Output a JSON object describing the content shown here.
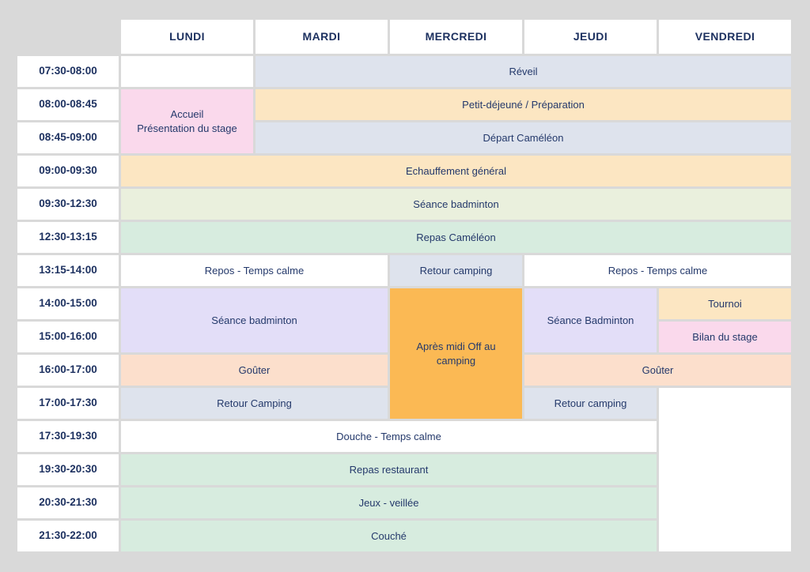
{
  "page": {
    "background_color": "#d9d9d9",
    "description": "Planning hebdomadaire de stage badminton"
  },
  "palette": {
    "cell_white": "#ffffff",
    "blue_grey": "#dee3ed",
    "pink": "#fad9ec",
    "cream": "#fce6c2",
    "pale_green": "#eaf0dd",
    "mint_green": "#d7ecdf",
    "lavender": "#e3def8",
    "peach": "#fcdfcc",
    "orange": "#fbb954",
    "text_navy": "#1d3160"
  },
  "header": {
    "days": [
      "LUNDI",
      "MARDI",
      "MERCREDI",
      "JEUDI",
      "VENDREDI"
    ]
  },
  "time_slots": [
    "07:30-08:00",
    "08:00-08:45",
    "08:45-09:00",
    "09:00-09:30",
    "09:30-12:30",
    "12:30-13:15",
    "13:15-14:00",
    "14:00-15:00",
    "15:00-16:00",
    "16:00-17:00",
    "17:00-17:30",
    "17:30-19:30",
    "19:30-20:30",
    "20:30-21:30",
    "21:30-22:00"
  ],
  "events": {
    "lundi_morning_empty": {
      "label": "",
      "days": "Lundi",
      "time": "07:30-08:00",
      "color": "cell_white"
    },
    "reveil": {
      "label": "Réveil",
      "days": "Mardi-Vendredi",
      "time": "07:30-08:00",
      "color": "blue_grey"
    },
    "accueil": {
      "label": "Accueil\nPrésentation du stage",
      "days": "Lundi",
      "time": "08:00-09:00",
      "color": "pink"
    },
    "petit_dejeune": {
      "label": "Petit-déjeuné  / Préparation",
      "days": "Mardi-Vendredi",
      "time": "08:00-08:45",
      "color": "cream"
    },
    "depart_cameleon": {
      "label": "Départ Caméléon",
      "days": "Mardi-Vendredi",
      "time": "08:45-09:00",
      "color": "blue_grey"
    },
    "echauffement": {
      "label": "Echauffement général",
      "days": "Lundi-Vendredi",
      "time": "09:00-09:30",
      "color": "cream"
    },
    "seance_badminton_matin": {
      "label": "Séance badminton",
      "days": "Lundi-Vendredi",
      "time": "09:30-12:30",
      "color": "pale_green"
    },
    "repas_cameleon": {
      "label": "Repas Caméléon",
      "days": "Lundi-Vendredi",
      "time": "12:30-13:15",
      "color": "mint_green"
    },
    "repos_lundi_mardi": {
      "label": "Repos - Temps calme",
      "days": "Lundi-Mardi",
      "time": "13:15-14:00",
      "color": "cell_white"
    },
    "retour_camping_mercredi": {
      "label": "Retour camping",
      "days": "Mercredi",
      "time": "13:15-14:00",
      "color": "blue_grey"
    },
    "repos_jeudi_vendredi": {
      "label": "Repos - Temps calme",
      "days": "Jeudi-Vendredi",
      "time": "13:15-14:00",
      "color": "cell_white"
    },
    "seance_badminton_lundi_mardi": {
      "label": "Séance badminton",
      "days": "Lundi-Mardi",
      "time": "14:00-16:00",
      "color": "lavender"
    },
    "apres_midi_off": {
      "label": "Après midi Off au camping",
      "days": "Mercredi",
      "time": "14:00-17:30",
      "color": "orange"
    },
    "seance_badminton_jeudi": {
      "label": "Séance Badminton",
      "days": "Jeudi",
      "time": "14:00-16:00",
      "color": "lavender"
    },
    "tournoi": {
      "label": "Tournoi",
      "days": "Vendredi",
      "time": "14:00-15:00",
      "color": "cream"
    },
    "bilan_du_stage": {
      "label": "Bilan du stage",
      "days": "Vendredi",
      "time": "15:00-16:00",
      "color": "pink"
    },
    "gouter_lundi_mardi": {
      "label": "Goûter",
      "days": "Lundi-Mardi",
      "time": "16:00-17:00",
      "color": "peach"
    },
    "gouter_jeudi_vendredi": {
      "label": "Goûter",
      "days": "Jeudi-Vendredi",
      "time": "16:00-17:00",
      "color": "peach"
    },
    "retour_camping_lundi_mardi": {
      "label": "Retour Camping",
      "days": "Lundi-Mardi",
      "time": "17:00-17:30",
      "color": "blue_grey"
    },
    "retour_camping_jeudi": {
      "label": "Retour camping",
      "days": "Jeudi",
      "time": "17:00-17:30",
      "color": "blue_grey"
    },
    "vendredi_fin_empty": {
      "label": "",
      "days": "Vendredi",
      "time": "17:00-22:00",
      "color": "cell_white"
    },
    "douche": {
      "label": "Douche - Temps calme",
      "days": "Lundi-Jeudi",
      "time": "17:30-19:30",
      "color": "cell_white"
    },
    "repas_restaurant": {
      "label": "Repas restaurant",
      "days": "Lundi-Jeudi",
      "time": "19:30-20:30",
      "color": "mint_green"
    },
    "jeux_veillee": {
      "label": "Jeux - veillée",
      "days": "Lundi-Jeudi",
      "time": "20:30-21:30",
      "color": "mint_green"
    },
    "couche": {
      "label": "Couché",
      "days": "Lundi-Jeudi",
      "time": "21:30-22:00",
      "color": "mint_green"
    }
  }
}
